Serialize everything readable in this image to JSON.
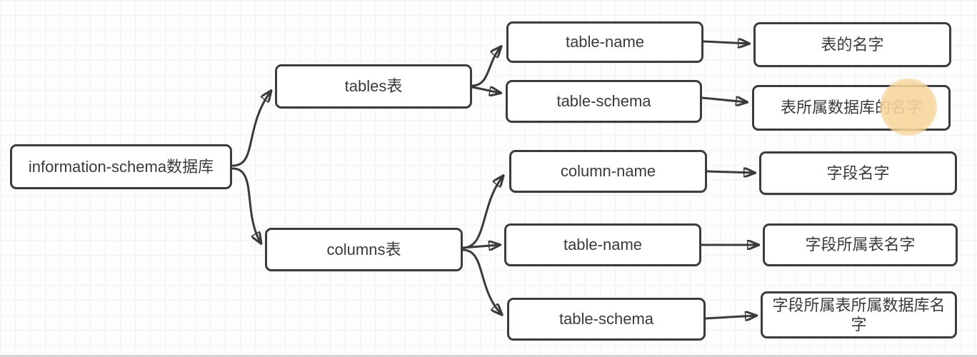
{
  "diagram": {
    "title": "information-schema database structure mind map",
    "nodes": {
      "root": {
        "label": "information-schema数据库"
      },
      "tables": {
        "label": "tables表"
      },
      "columns": {
        "label": "columns表"
      },
      "tables_name": {
        "label": "table-name"
      },
      "tables_schema": {
        "label": "table-schema"
      },
      "tables_name_desc": {
        "label": "表的名字"
      },
      "tables_schema_desc": {
        "label": "表所属数据库的名字"
      },
      "columns_name": {
        "label": "column-name"
      },
      "columns_name_desc": {
        "label": "字段名字"
      },
      "columns_table_name": {
        "label": "table-name"
      },
      "columns_table_name_desc": {
        "label": "字段所属表名字"
      },
      "columns_table_schema": {
        "label": "table-schema"
      },
      "columns_table_schema_desc": {
        "label": "字段所属表所属数据库名字"
      }
    },
    "edges": [
      {
        "from": "root",
        "to": "tables"
      },
      {
        "from": "root",
        "to": "columns"
      },
      {
        "from": "tables",
        "to": "tables_name"
      },
      {
        "from": "tables",
        "to": "tables_schema"
      },
      {
        "from": "tables_name",
        "to": "tables_name_desc"
      },
      {
        "from": "tables_schema",
        "to": "tables_schema_desc"
      },
      {
        "from": "columns",
        "to": "columns_name"
      },
      {
        "from": "columns",
        "to": "columns_table_name"
      },
      {
        "from": "columns",
        "to": "columns_table_schema"
      },
      {
        "from": "columns_name",
        "to": "columns_name_desc"
      },
      {
        "from": "columns_table_name",
        "to": "columns_table_name_desc"
      },
      {
        "from": "columns_table_schema",
        "to": "columns_table_schema_desc"
      }
    ],
    "highlight": {
      "over_text": "名字",
      "on_node": "tables_schema_desc",
      "color": "#f6d59b"
    },
    "colors": {
      "box_border": "#3c3c3c",
      "box_background": "#ffffff",
      "text": "#3a3a3a",
      "connector": "#3a3a3a",
      "grid_minor": "#f1f1f1",
      "grid_major": "#e9e9e9",
      "canvas_background": "#fdfdfd"
    }
  }
}
